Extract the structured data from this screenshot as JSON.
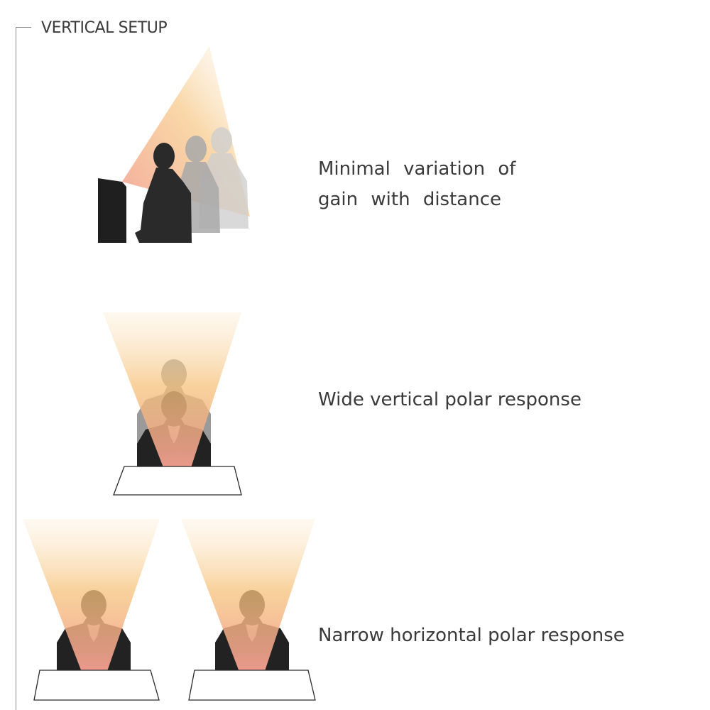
{
  "header": {
    "title": "VERTICAL SETUP"
  },
  "captions": {
    "gain_distance": "Minimal variation of gain with distance",
    "wide_vertical": "Wide vertical polar response",
    "narrow_horizontal": "Narrow horizontal polar response"
  },
  "colors": {
    "text": "#3a3a3a",
    "bracket": "#8c8c8c",
    "beam_warm": "#f6c27a",
    "beam_pink": "#f3a49a",
    "silhouette": "#1f1f1f"
  },
  "icons": {
    "figure_1": "side-view-speakers-at-lectern-icon",
    "figure_2": "front-view-two-speakers-at-desk-icon",
    "figure_3": "two-speakers-at-separate-desks-icon"
  }
}
